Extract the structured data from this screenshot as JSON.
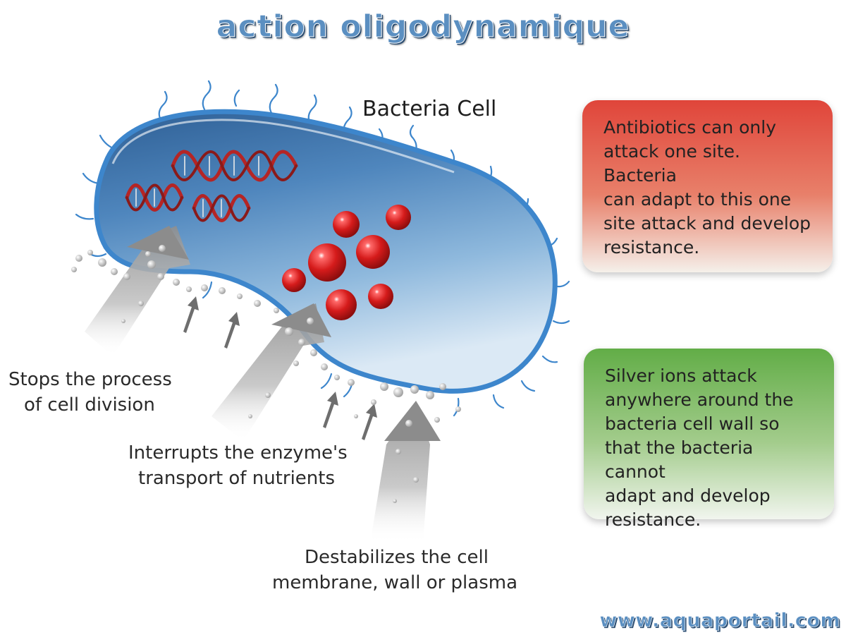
{
  "title": "action oligodynamique",
  "diagram": {
    "cell_label": "Bacteria Cell",
    "labels": {
      "stops": [
        "Stops the process",
        "of cell division"
      ],
      "interrupts": [
        "Interrupts the enzyme's",
        "transport of nutrients"
      ],
      "destabilizes": [
        "Destabilizes the cell",
        "membrane, wall or plasma"
      ]
    }
  },
  "boxes": {
    "antibiotics": {
      "lines": [
        "Antibiotics can only",
        "attack one site. Bacteria",
        "can adapt to this one",
        "site attack and develop",
        "resistance."
      ],
      "color": "#e0453a"
    },
    "silver": {
      "lines": [
        "Silver ions attack",
        "anywhere around the",
        "bacteria cell wall so",
        "that the bacteria cannot",
        "adapt and develop",
        "resistance."
      ],
      "color": "#62ad47"
    }
  },
  "footer": "www.aquaportail.com",
  "colors": {
    "title": "#5b8fc1",
    "cell_outline": "#3d86cc",
    "cell_fill": "#5a8fc4",
    "dna": "#b52525",
    "spheres": "#d81e1e"
  }
}
